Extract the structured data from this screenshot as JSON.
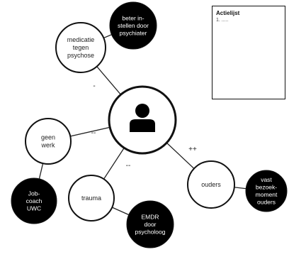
{
  "action_list": {
    "title": "Actielijst",
    "items": [
      "1. ....."
    ]
  },
  "center": {
    "icon": "person-icon"
  },
  "nodes": [
    {
      "key": "medicatie",
      "lines": [
        "medicatie",
        "tegen",
        "psychose"
      ],
      "style": "outline"
    },
    {
      "key": "geen_werk",
      "lines": [
        "geen",
        "werk"
      ],
      "style": "outline"
    },
    {
      "key": "trauma",
      "lines": [
        "trauma"
      ],
      "style": "outline"
    },
    {
      "key": "ouders",
      "lines": [
        "ouders"
      ],
      "style": "outline"
    },
    {
      "key": "psychiater",
      "lines": [
        "beter in-",
        "stellen door",
        "psychiater"
      ],
      "style": "filled"
    },
    {
      "key": "jobcoach",
      "lines": [
        "Job-",
        "coach",
        "UWC"
      ],
      "style": "filled"
    },
    {
      "key": "emdr",
      "lines": [
        "EMDR",
        "door",
        "psycholoog"
      ],
      "style": "filled"
    },
    {
      "key": "bezoek",
      "lines": [
        "vast",
        "bezoek-",
        "moment",
        "ouders"
      ],
      "style": "filled"
    }
  ],
  "relations": [
    {
      "from": "center",
      "to": "medicatie",
      "label": "-"
    },
    {
      "from": "center",
      "to": "geen_werk",
      "label": "--"
    },
    {
      "from": "center",
      "to": "trauma",
      "label": "--"
    },
    {
      "from": "center",
      "to": "ouders",
      "label": "++"
    },
    {
      "from": "medicatie",
      "to": "psychiater",
      "label": ""
    },
    {
      "from": "geen_werk",
      "to": "jobcoach",
      "label": ""
    },
    {
      "from": "trauma",
      "to": "emdr",
      "label": ""
    },
    {
      "from": "ouders",
      "to": "bezoek",
      "label": ""
    }
  ]
}
